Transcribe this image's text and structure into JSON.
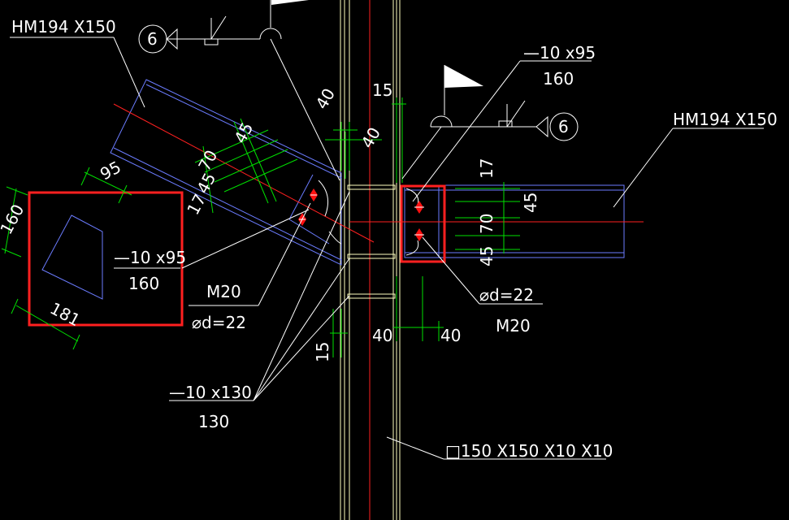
{
  "labels": {
    "beam_left": "HM194 X150",
    "beam_right": "HM194 X150",
    "column": "□150 X150 X10 X10",
    "plate_right_spec": "—10 x95",
    "plate_right_len": "160",
    "plate_left_spec": "—10 x95",
    "plate_left_len": "160",
    "stiff_spec": "—10 x130",
    "stiff_len": "130",
    "bolt_left": "M20",
    "hole_left": "⌀d=22",
    "bolt_right": "M20",
    "hole_right": "⌀d=22",
    "weld_left": "6",
    "weld_right": "6"
  },
  "dims": {
    "col_top_15": "15",
    "col_top_40a": "40",
    "col_top_40b": "40",
    "lb_45": "45",
    "lb_70": "70",
    "lb_45b": "45",
    "lb_17": "17",
    "lb_95": "95",
    "lb_160": "160",
    "lb_181": "181",
    "rb_17": "17",
    "rb_45": "45",
    "rb_70": "70",
    "rb_45b": "45",
    "bot_15": "15",
    "bot_40a": "40",
    "bot_40b": "40"
  },
  "colors": {
    "background": "#000000",
    "text": "#ffffff",
    "beam_outline": "#6b7cff",
    "column_line": "#ffffc0",
    "centerline": "#ff2020",
    "dimension": "#00e000",
    "highlight_box": "#ff2020",
    "bolt": "#ff1010"
  }
}
